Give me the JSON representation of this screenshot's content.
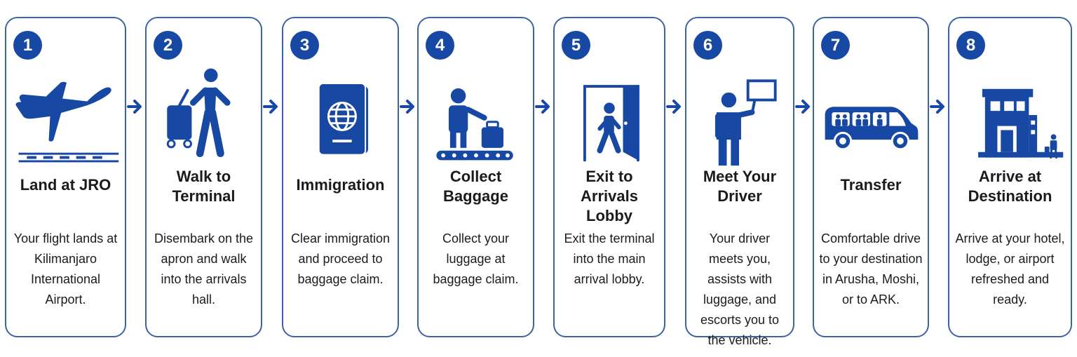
{
  "colors": {
    "accent": "#1748a3",
    "border": "#3e63a3",
    "text": "#1b1b1b"
  },
  "steps": [
    {
      "number": "1",
      "icon": "airplane-landing-icon",
      "title": "Land at JRO",
      "desc": "Your flight lands at Kilimanjaro International Airport."
    },
    {
      "number": "2",
      "icon": "traveler-with-suitcase-icon",
      "title": "Walk to Terminal",
      "desc": "Disembark on the apron and walk into the arrivals hall."
    },
    {
      "number": "3",
      "icon": "passport-icon",
      "title": "Immigration",
      "desc": "Clear immigration and proceed to baggage claim."
    },
    {
      "number": "4",
      "icon": "baggage-carousel-icon",
      "title": "Collect Baggage",
      "desc": "Collect your luggage at baggage claim."
    },
    {
      "number": "5",
      "icon": "exit-door-icon",
      "title": "Exit to Arrivals Lobby",
      "desc": "Exit the terminal into the main arrival lobby."
    },
    {
      "number": "6",
      "icon": "driver-holding-sign-icon",
      "title": "Meet Your Driver",
      "desc": "Your driver meets you, assists with luggage, and escorts you to the vehicle."
    },
    {
      "number": "7",
      "icon": "van-with-passengers-icon",
      "title": "Transfer",
      "desc": "Comfortable drive to your destination in Arusha, Moshi, or to ARK."
    },
    {
      "number": "8",
      "icon": "hotel-building-icon",
      "title": "Arrive at Destination",
      "desc": "Arrive at your hotel, lodge, or airport refreshed and ready."
    }
  ]
}
